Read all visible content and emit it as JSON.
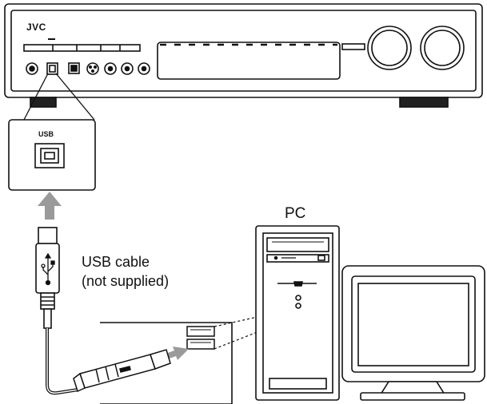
{
  "receiver": {
    "brand": "JVC"
  },
  "usb_port": {
    "label": "USB"
  },
  "pc": {
    "label": "PC"
  },
  "cable": {
    "line1": "USB cable",
    "line2": "(not supplied)"
  },
  "colors": {
    "line": "#111111",
    "arrow": "#9a9a9a",
    "fill": "#ffffff"
  }
}
